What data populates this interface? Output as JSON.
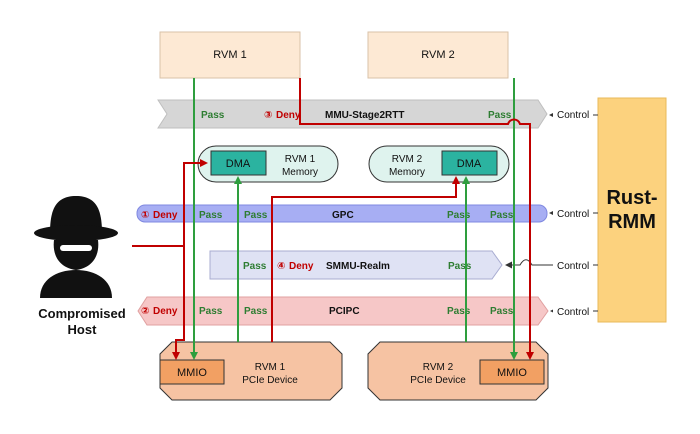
{
  "rvm1": {
    "label": "RVM 1"
  },
  "rvm2": {
    "label": "RVM 2"
  },
  "mmu": {
    "label": "MMU-Stage2RTT",
    "deny_num": "③",
    "deny": "Deny",
    "pass_left": "Pass",
    "pass_right": "Pass"
  },
  "mem1": {
    "dma": "DMA",
    "line1": "RVM 1",
    "line2": "Memory"
  },
  "mem2": {
    "dma": "DMA",
    "line1": "RVM 2",
    "line2": "Memory"
  },
  "gpc": {
    "label": "GPC",
    "deny_num": "①",
    "deny": "Deny",
    "pass": [
      "Pass",
      "Pass",
      "Pass",
      "Pass"
    ]
  },
  "smmu": {
    "label": "SMMU-Realm",
    "deny_num": "④",
    "deny": "Deny",
    "pass_left": "Pass",
    "pass_right": "Pass"
  },
  "pcipc": {
    "label": "PCIPC",
    "deny_num": "②",
    "deny": "Deny",
    "pass": [
      "Pass",
      "Pass",
      "Pass",
      "Pass"
    ]
  },
  "dev1": {
    "mmio": "MMIO",
    "line1": "RVM 1",
    "line2": "PCIe Device"
  },
  "dev2": {
    "mmio": "MMIO",
    "line1": "RVM 2",
    "line2": "PCIe Device"
  },
  "host": {
    "line1": "Compromised",
    "line2": "Host"
  },
  "rmm": {
    "line1": "Rust-",
    "line2": "RMM"
  },
  "control": [
    "Control",
    "Control",
    "Control",
    "Control"
  ],
  "colors": {
    "pass": "#2e7d32",
    "deny": "#c00000",
    "rmm": "#fcd27e",
    "rvm": "#fde9d4",
    "dma": "#2bb3a0"
  }
}
